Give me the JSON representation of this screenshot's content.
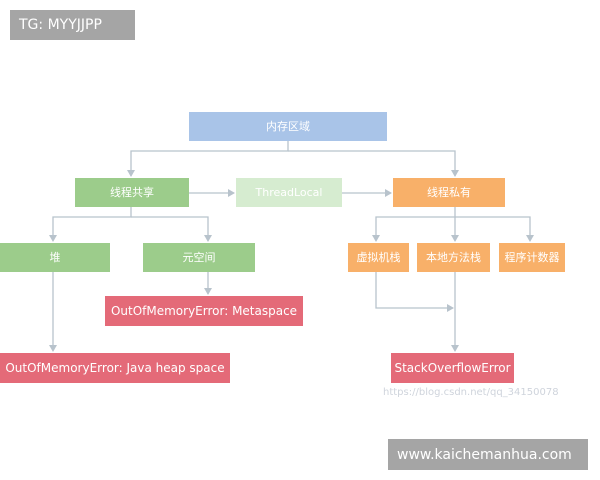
{
  "watermark_top": "TG: MYYJJPP",
  "watermark_bottom": "www.kaichemanhua.com",
  "watermark_faint": "https://blog.csdn.net/qq_34150078",
  "nodes": {
    "root": "内存区域",
    "shared": "线程共享",
    "threadlocal": "ThreadLocal",
    "private": "线程私有",
    "heap": "堆",
    "metaspace": "元空间",
    "vm_stack": "虚拟机栈",
    "native_stack": "本地方法栈",
    "pc": "程序计数器",
    "oom_metaspace": "OutOfMemoryError: Metaspace",
    "oom_heap": "OutOfMemoryError: Java heap space",
    "stack_overflow": "StackOverflowError"
  },
  "colors": {
    "root": "#a9c4e8",
    "green": "#9ccc8b",
    "orange": "#f8b069",
    "red": "#e46a78",
    "line": "#b8c3cc"
  }
}
